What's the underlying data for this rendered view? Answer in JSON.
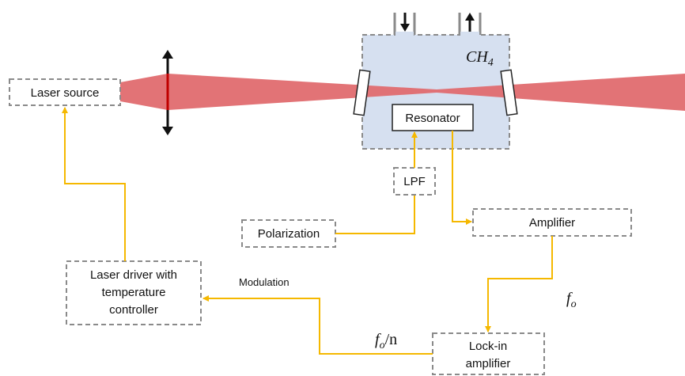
{
  "colors": {
    "beam": "#e06c6f",
    "cell_fill": "#d6e0f0",
    "signal_line": "#f5b800",
    "box_border": "#8a8a8a",
    "lens": "#c00000"
  },
  "labels": {
    "laser_source": "Laser source",
    "resonator": "Resonator",
    "gas": "CH",
    "gas_subscript": "4",
    "lpf": "LPF",
    "polarization": "Polarization",
    "amplifier": "Amplifier",
    "laser_driver_line1": "Laser driver with",
    "laser_driver_line2": "temperature",
    "laser_driver_line3": "controller",
    "lockin_line1": "Lock-in",
    "lockin_line2": "amplifier",
    "modulation": "Modulation",
    "fo": "f",
    "fo_subscript": "o",
    "fo_n": "f",
    "fo_n_subscript": "o",
    "fo_n_suffix": "/n"
  },
  "icons": {
    "lens": "double-arrow-lens-icon",
    "gas_inlet": "down-arrow-icon",
    "gas_outlet": "up-arrow-icon"
  }
}
